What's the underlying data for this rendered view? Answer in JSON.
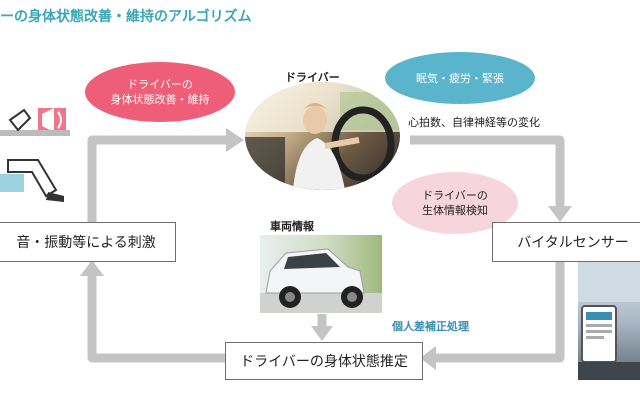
{
  "title": "ーの身体状態改善・維持のアルゴリズム",
  "nodes": {
    "stimulus": "音・振動等による刺激",
    "sensor": "バイタルセンサー",
    "estimate": "ドライバーの身体状態推定"
  },
  "bubbles": {
    "improve_line1": "ドライバーの",
    "improve_line2": "身体状態改善・維持",
    "fatigue": "眠気・疲労・緊張",
    "detect_line1": "ドライバーの",
    "detect_line2": "生体情報検知"
  },
  "labels": {
    "driver": "ドライバー",
    "vehicle": "車両情報",
    "heart": "心拍数、自律神経等の変化",
    "individual": "個人差補正処理"
  },
  "colors": {
    "accent_teal": "#3aa6b9",
    "bubble_pink": "#ee5e78",
    "bubble_blue": "#5ab4cc",
    "bubble_light_pink": "#f6d6dc",
    "arrow_gray": "#c4c4c4"
  },
  "illustrations": {
    "driver_photo": "woman-driving-photo",
    "car_photo": "white-suv-photo",
    "seat_illust": "seat-speaker-illustration",
    "device_photo": "dashboard-device-photo"
  }
}
